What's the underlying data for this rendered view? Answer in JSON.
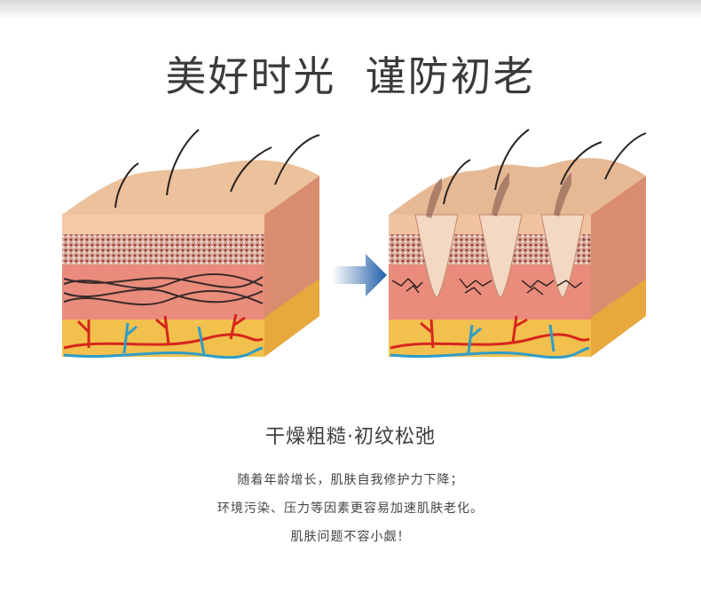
{
  "headline": "美好时光  谨防初老",
  "subtitle": "干燥粗糙·初纹松弛",
  "description": [
    "随着年龄增长，肌肤自我修护力下降；",
    "环境污染、压力等因素更容易加速肌肤老化。",
    "肌肤问题不容小觑！"
  ],
  "colors": {
    "skin_top": "#e9bc94",
    "epidermis": "#f3c8a4",
    "dermis": "#e8897a",
    "fat": "#f2c04d",
    "artery": "#d7261c",
    "vein": "#2e9dc8",
    "arrow": "#1f5ea8"
  },
  "icons": [
    "skin-cross-section-healthy",
    "right-arrow-icon",
    "skin-cross-section-aged"
  ]
}
